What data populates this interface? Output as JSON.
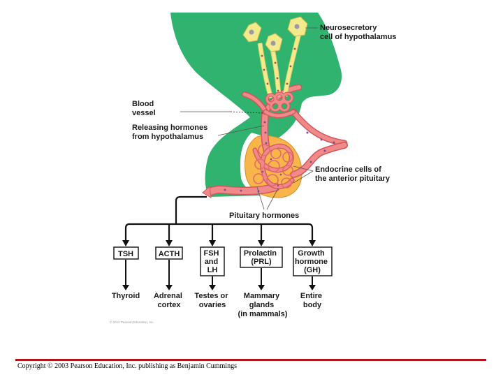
{
  "labels": {
    "neurosecretory": [
      "Neurosecretory",
      "cell of hypothalamus"
    ],
    "blood_vessel": [
      "Blood",
      "vessel"
    ],
    "releasing": [
      "Releasing hormones",
      "from hypothalamus"
    ],
    "endocrine": [
      "Endocrine cells of",
      "the anterior pituitary"
    ],
    "pituitary_hormones": "Pituitary hormones"
  },
  "hormones": [
    {
      "name": [
        "TSH"
      ],
      "target": [
        "Thyroid"
      ]
    },
    {
      "name": [
        "ACTH"
      ],
      "target": [
        "Adrenal",
        "cortex"
      ]
    },
    {
      "name": [
        "FSH",
        "and",
        "LH"
      ],
      "target": [
        "Testes or",
        "ovaries"
      ]
    },
    {
      "name": [
        "Prolactin",
        "(PRL)"
      ],
      "target": [
        "Mammary",
        "glands",
        "(in mammals)"
      ]
    },
    {
      "name": [
        "Growth",
        "hormone",
        "(GH)"
      ],
      "target": [
        "Entire",
        "body"
      ]
    }
  ],
  "figure_credit": "© 2012 Pearson Education, Inc.",
  "copyright": "Copyright © 2003 Pearson Education, Inc. publishing as Benjamin Cummings",
  "colors": {
    "hypothalamus_green": "#2fb36e",
    "vessel_pink": "#f08a8a",
    "vessel_dark": "#d2555a",
    "pituitary_orange": "#f7b54a",
    "neuron_yellow": "#f3ea8c",
    "footer_red": "#b0141d"
  }
}
